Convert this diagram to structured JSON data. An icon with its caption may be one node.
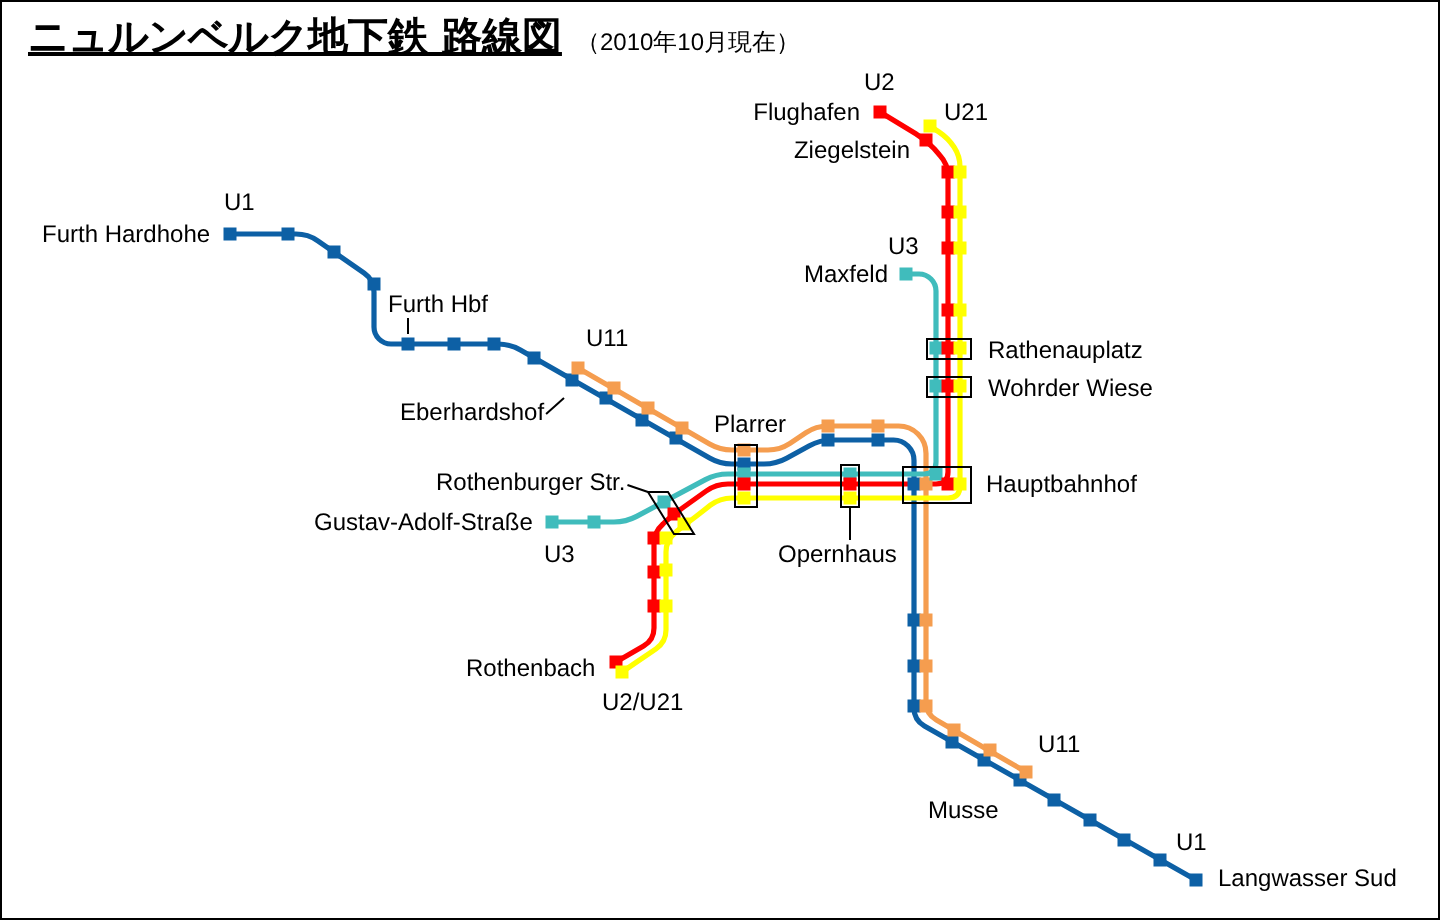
{
  "diagram": {
    "title": "ニュルンベルク地下鉄 路線図",
    "nodes": [
      {
        "text": [
          "Furth Hbf"
        ]
      },
      {
        "text": [
          "Rathenauplatz"
        ]
      },
      {
        "text": [
          "Wohrder Wiese"
        ]
      },
      {
        "text": [
          "Eberhardshof"
        ]
      },
      {
        "text": [
          "Plarrer"
        ]
      },
      {
        "text": [
          "Hauptbahnhof"
        ]
      },
      {
        "text": [
          "Rothenburger Str."
        ]
      },
      {
        "text": [],
        "shape": "parallelogram"
      },
      {
        "text": [],
        "shape": "box"
      },
      {
        "text": [
          "Opernhaus"
        ]
      }
    ],
    "edges": [
      {
        "from": 0,
        "to": null,
        "arrow": "none"
      },
      {
        "from": 3,
        "to": null,
        "arrow": "none"
      },
      {
        "from": 6,
        "to": 7,
        "arrow": "none"
      },
      {
        "from": 9,
        "to": 8,
        "arrow": "none"
      }
    ],
    "labels": [
      "（2010年10月現在）",
      "U2",
      "Flughafen",
      "U21",
      "Ziegelstein",
      "U1",
      "Furth Hardhohe",
      "U3",
      "Maxfeld",
      "U11",
      "Gustav-Adolf-Straße",
      "U3",
      "Rothenbach",
      "U2/U21",
      "U11",
      "Musse",
      "U1",
      "Langwasser Sud"
    ]
  }
}
